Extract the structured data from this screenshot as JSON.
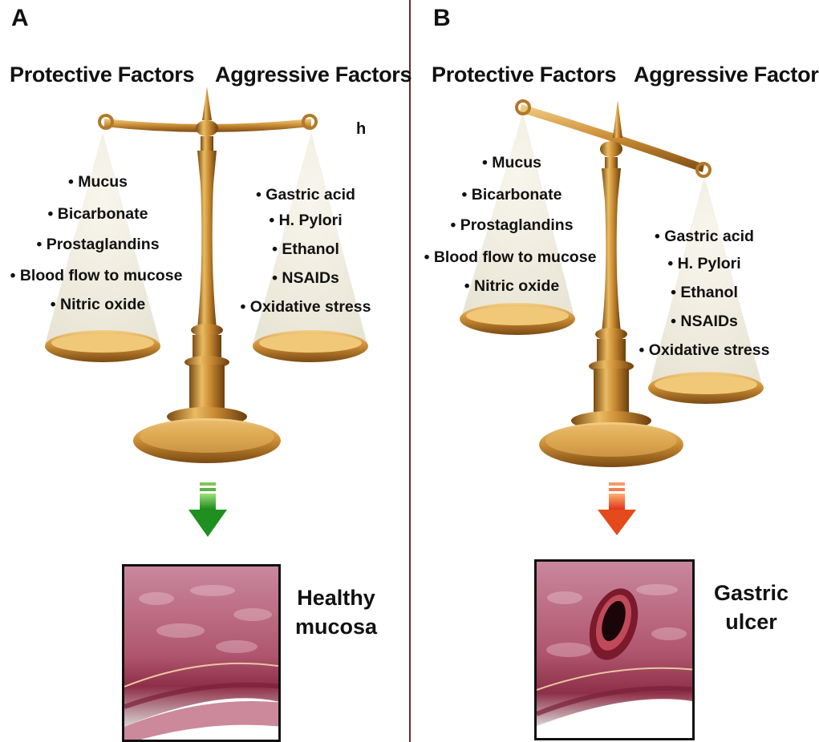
{
  "panels": [
    {
      "letter": "A",
      "protective_heading": "Protective Factors",
      "aggressive_heading": "Aggressive Factors",
      "protective_items": [
        "• Mucus",
        "• Bicarbonate",
        "• Prostaglandins",
        "• Blood flow to mucose",
        "• Nitric oxide"
      ],
      "aggressive_items": [
        "• Gastric acid",
        "• H. Pylori",
        "• Ethanol",
        "• NSAIDs",
        "• Oxidative stress"
      ],
      "stray_mark": "h",
      "outcome": [
        "Healthy",
        "mucosa"
      ],
      "arrow_color": "#2f9e2f"
    },
    {
      "letter": "B",
      "protective_heading": "Protective Factors",
      "aggressive_heading": "Aggressive Factors",
      "protective_items": [
        "• Mucus",
        "• Bicarbonate",
        "• Prostaglandins",
        "• Blood flow to mucose",
        "• Nitric oxide"
      ],
      "aggressive_items": [
        "• Gastric acid",
        "• H. Pylori",
        "• Ethanol",
        "• NSAIDs",
        "• Oxidative stress"
      ],
      "outcome": [
        "Gastric",
        "ulcer"
      ],
      "arrow_color": "#e8501e"
    }
  ],
  "colors": {
    "brass_light": "#e8b65a",
    "brass_dark": "#8a5a1a",
    "divider": "#6b2a2a",
    "mucosa": "#b05a7a"
  }
}
